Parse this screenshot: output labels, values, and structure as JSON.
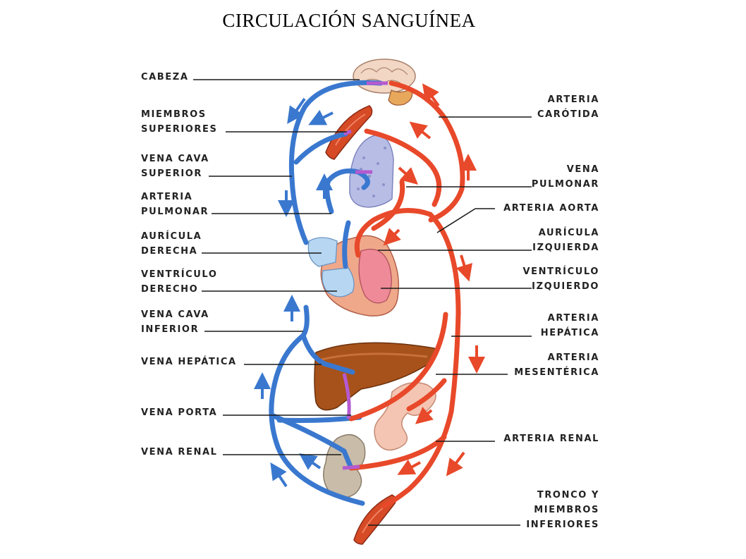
{
  "title": "CIRCULACIÓN SANGUÍNEA",
  "colors": {
    "vein": "#3a78cf",
    "artery": "#e8492a",
    "mixed": "#b45ad0",
    "leader": "#1a1a1a",
    "text": "#222222"
  },
  "labels_left": [
    {
      "lines": [
        "CABEZA"
      ]
    },
    {
      "lines": [
        "MIEMBROS",
        "SUPERIORES"
      ]
    },
    {
      "lines": [
        "VENA CAVA",
        "SUPERIOR"
      ]
    },
    {
      "lines": [
        "ARTERIA",
        "PULMONAR"
      ]
    },
    {
      "lines": [
        "AURÍCULA",
        "DERECHA"
      ]
    },
    {
      "lines": [
        "VENTRÍCULO",
        "DERECHO"
      ]
    },
    {
      "lines": [
        "VENA CAVA",
        "INFERIOR"
      ]
    },
    {
      "lines": [
        "VENA HEPÁTICA"
      ]
    },
    {
      "lines": [
        "VENA PORTA"
      ]
    },
    {
      "lines": [
        "VENA RENAL"
      ]
    }
  ],
  "labels_right": [
    {
      "lines": [
        "ARTERIA",
        "CARÓTIDA"
      ]
    },
    {
      "lines": [
        "VENA",
        "PULMONAR"
      ]
    },
    {
      "lines": [
        "ARTERIA AORTA"
      ]
    },
    {
      "lines": [
        "AURÍCULA",
        "IZQUIERDA"
      ]
    },
    {
      "lines": [
        "VENTRÍCULO",
        "IZQUIERDO"
      ]
    },
    {
      "lines": [
        "ARTERIA",
        "HEPÁTICA"
      ]
    },
    {
      "lines": [
        "ARTERIA",
        "MESENTÉRICA"
      ]
    },
    {
      "lines": [
        "ARTERIA RENAL"
      ]
    },
    {
      "lines": [
        "TRONCO Y",
        "MIEMBROS",
        "INFERIORES"
      ]
    }
  ]
}
